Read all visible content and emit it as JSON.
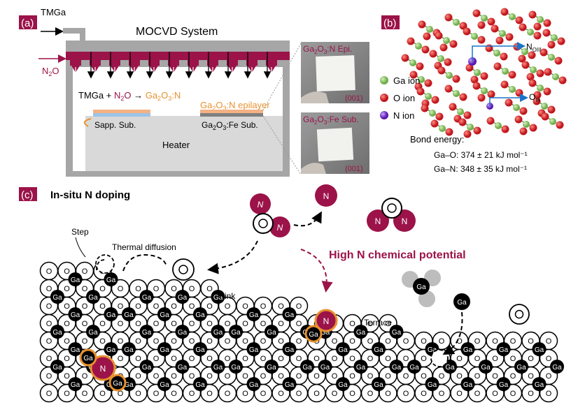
{
  "panel_a": {
    "badge": "(a)",
    "title": "MOCVD System",
    "inlet_tmga": "TMGa",
    "inlet_n2o": {
      "base": "N",
      "sub": "2",
      "tail": "O"
    },
    "reaction": {
      "p1": "TMGa + ",
      "p2a": "N",
      "p2sub": "2",
      "p2b": "O",
      "arrow": " → ",
      "p3a": "Ga",
      "p3sub1": "2",
      "p3b": "O",
      "p3sub2": "3",
      "p3c": ":N"
    },
    "epilayer_label": {
      "a": "Ga",
      "s1": "2",
      "b": "O",
      "s2": "3",
      "c": ":N epilayer"
    },
    "sapp_label": "Sapp. Sub.",
    "fe_sub_label": {
      "a": "Ga",
      "s1": "2",
      "b": "O",
      "s2": "3",
      "c": ":Fe Sub."
    },
    "heater_label": "Heater",
    "photo_top_label": {
      "a": "Ga",
      "s1": "2",
      "b": "O",
      "s2": "3",
      "c": ":N Epi."
    },
    "photo_top_orient": "(001)",
    "photo_bottom_label": {
      "a": "Ga",
      "s1": "2",
      "b": "O",
      "s2": "3",
      "c": ":Fe Sub."
    },
    "photo_bottom_orient": "(001)"
  },
  "panel_b": {
    "badge": "(b)",
    "legend": [
      "Ga ion",
      "O ion",
      "N ion"
    ],
    "site_top": {
      "base": "N",
      "sub": "OIII"
    },
    "site_mid": {
      "base": "O",
      "sub": "III"
    },
    "bond_title": "Bond energy:",
    "bond_gao": "Ga–O: 374 ± 21 kJ mol⁻¹",
    "bond_gan": "Ga–N: 348 ± 35 kJ mol⁻¹"
  },
  "panel_c": {
    "badge": "(c)",
    "title": "In-situ N doping",
    "step": "Step",
    "thermal_diffusion": "Thermal diffusion",
    "kink": "Kink",
    "terrace": "Terrace",
    "high_n": "High N  chemical potential",
    "atom_o": "O",
    "atom_ga": "Ga",
    "atom_n": "N"
  },
  "colors": {
    "maroon": "#9b1349",
    "orange": "#e8912e",
    "reactor_gray": "#a6a6a6",
    "heater_gray": "#d9d9d9",
    "ga_green": "#8cc862",
    "o_red": "#d8262a",
    "n_purple": "#7a2bd2",
    "arrow_blue": "#1a74c8"
  }
}
